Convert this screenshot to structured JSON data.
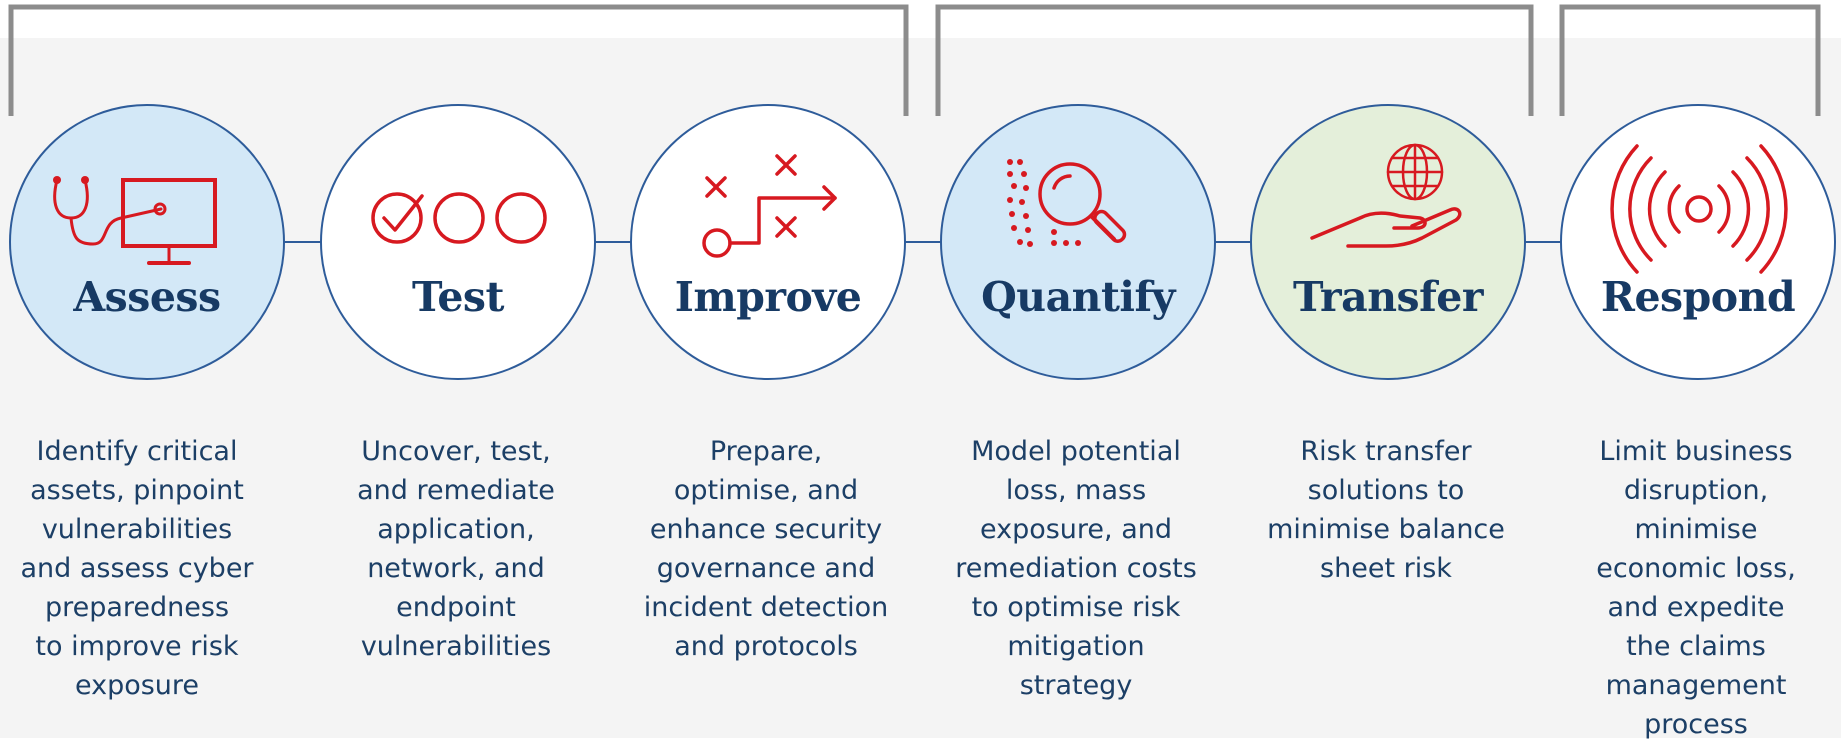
{
  "colors": {
    "panel": "#f4f4f4",
    "accent_red": "#d71920",
    "navy_text": "#173a64",
    "line_blue": "#2e5c9a",
    "bracket_grey": "#8c8c8c",
    "fill_light_blue": "#d3e8f7",
    "fill_light_green": "#e4efda",
    "fill_white": "#ffffff"
  },
  "stages": [
    {
      "title": "Assess",
      "icon": "monitor-stethoscope-icon",
      "fill": "#d3e8f7",
      "bordered": true,
      "description": [
        "Identify critical",
        "assets, pinpoint",
        "vulnerabilities",
        "and assess cyber",
        "preparedness",
        "to improve risk",
        "exposure"
      ]
    },
    {
      "title": "Test",
      "icon": "checklist-circles-icon",
      "fill": "#ffffff",
      "bordered": true,
      "description": [
        "Uncover, test,",
        "and remediate",
        "application,",
        "network, and",
        "endpoint",
        "vulnerabilities"
      ]
    },
    {
      "title": "Improve",
      "icon": "strategy-path-icon",
      "fill": "#ffffff",
      "bordered": true,
      "description": [
        "Prepare,",
        "optimise, and",
        "enhance security",
        "governance and",
        "incident detection",
        "and protocols"
      ]
    },
    {
      "title": "Quantify",
      "icon": "magnifier-data-icon",
      "fill": "#d3e8f7",
      "bordered": true,
      "description": [
        "Model potential",
        "loss, mass",
        "exposure, and",
        "remediation costs",
        "to optimise risk",
        "mitigation strategy"
      ]
    },
    {
      "title": "Transfer",
      "icon": "hand-globe-icon",
      "fill": "#e4efda",
      "bordered": true,
      "description": [
        "Risk transfer",
        "solutions to",
        "minimise balance",
        "sheet risk"
      ]
    },
    {
      "title": "Respond",
      "icon": "broadcast-signal-icon",
      "fill": "#ffffff",
      "bordered": true,
      "description": [
        "Limit business",
        "disruption,",
        "minimise",
        "economic loss,",
        "and expedite",
        "the claims",
        "management",
        "process"
      ]
    }
  ]
}
